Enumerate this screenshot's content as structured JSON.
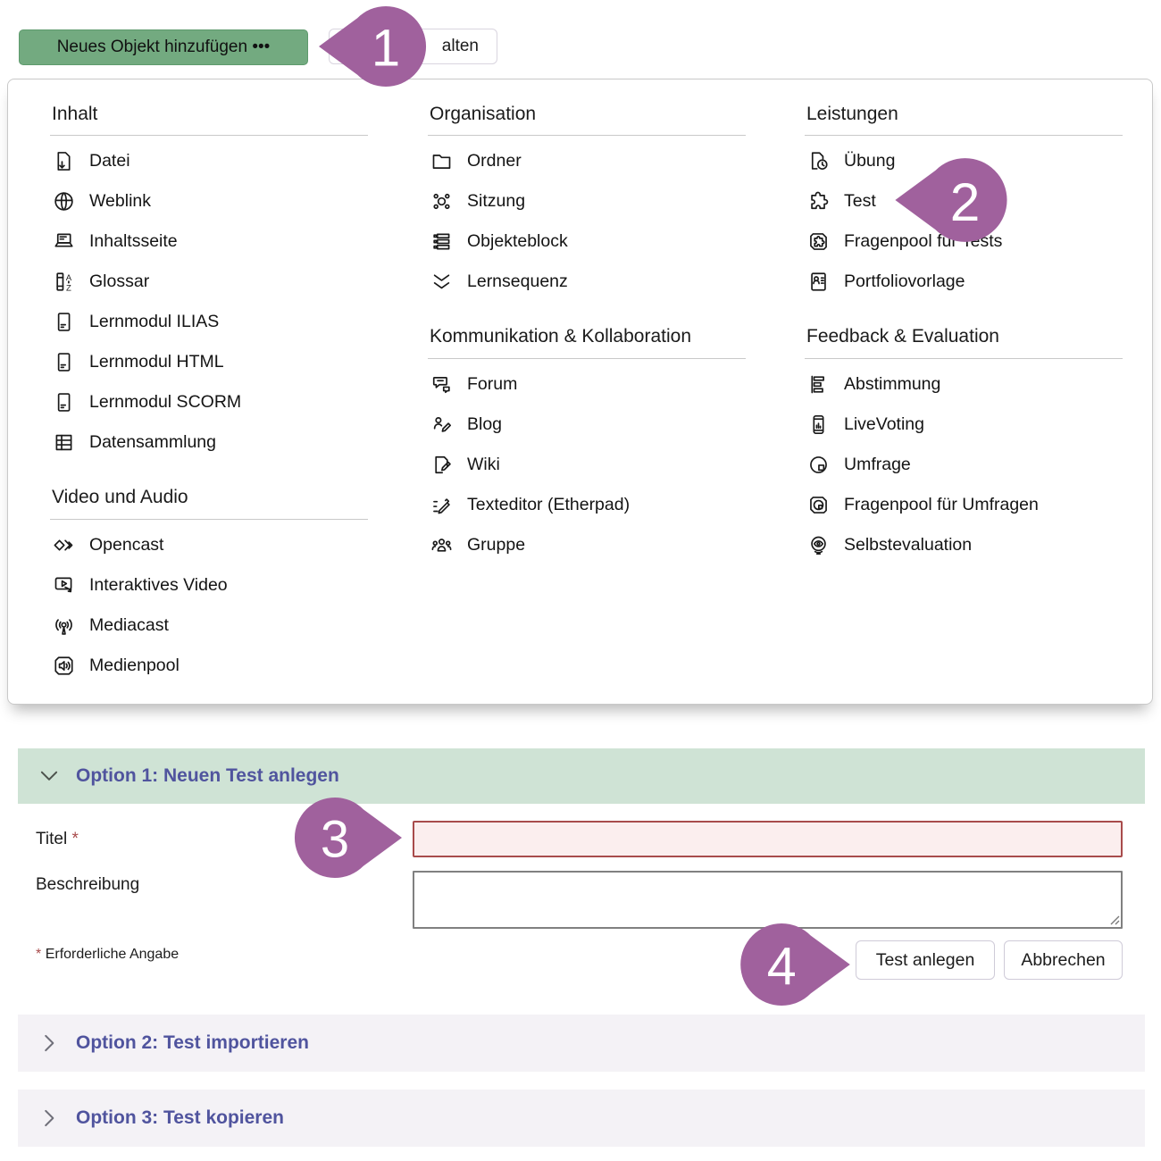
{
  "toolbar": {
    "add_object_button": "Neues Objekt hinzufügen •••",
    "partial_button_visible_label": "alten"
  },
  "callouts": [
    "1",
    "2",
    "3",
    "4"
  ],
  "menu": {
    "columns": [
      {
        "sections": [
          {
            "title": "Inhalt",
            "items": [
              {
                "icon": "file",
                "label": "Datei"
              },
              {
                "icon": "weblink",
                "label": "Weblink"
              },
              {
                "icon": "content-page",
                "label": "Inhaltsseite"
              },
              {
                "icon": "glossary",
                "label": "Glossar"
              },
              {
                "icon": "learning-module",
                "label": "Lernmodul ILIAS"
              },
              {
                "icon": "learning-module",
                "label": "Lernmodul HTML"
              },
              {
                "icon": "learning-module",
                "label": "Lernmodul SCORM"
              },
              {
                "icon": "data-collection",
                "label": "Datensammlung"
              }
            ]
          },
          {
            "title": "Video und Audio",
            "items": [
              {
                "icon": "opencast",
                "label": "Opencast"
              },
              {
                "icon": "interactive-video",
                "label": "Interaktives Video"
              },
              {
                "icon": "mediacast",
                "label": "Mediacast"
              },
              {
                "icon": "media-pool",
                "label": "Medienpool"
              }
            ]
          }
        ]
      },
      {
        "sections": [
          {
            "title": "Organisation",
            "items": [
              {
                "icon": "folder",
                "label": "Ordner"
              },
              {
                "icon": "session",
                "label": "Sitzung"
              },
              {
                "icon": "item-block",
                "label": "Objekteblock"
              },
              {
                "icon": "learning-sequence",
                "label": "Lernsequenz"
              }
            ]
          },
          {
            "title": "Kommunikation & Kollabo­ration",
            "items": [
              {
                "icon": "forum",
                "label": "Forum"
              },
              {
                "icon": "blog",
                "label": "Blog"
              },
              {
                "icon": "wiki",
                "label": "Wiki"
              },
              {
                "icon": "etherpad",
                "label": "Texteditor (Etherpad)"
              },
              {
                "icon": "group",
                "label": "Gruppe"
              }
            ]
          }
        ]
      },
      {
        "sections": [
          {
            "title": "Leistungen",
            "items": [
              {
                "icon": "exercise",
                "label": "Übung"
              },
              {
                "icon": "test",
                "label": "Test"
              },
              {
                "icon": "question-pool-test",
                "label": "Fragenpool für Tests"
              },
              {
                "icon": "portfolio-template",
                "label": "Portfoliovorlage"
              }
            ]
          },
          {
            "title": "Feedback & Evaluation",
            "items": [
              {
                "icon": "poll",
                "label": "Abstimmung"
              },
              {
                "icon": "live-voting",
                "label": "LiveVoting"
              },
              {
                "icon": "survey",
                "label": "Umfrage"
              },
              {
                "icon": "question-pool-survey",
                "label": "Fragenpool für Umfragen"
              },
              {
                "icon": "self-evaluation",
                "label": "Selbstevaluation"
              }
            ]
          }
        ]
      }
    ]
  },
  "form": {
    "option1_title": "Option 1: Neuen Test anlegen",
    "title_label": "Titel",
    "required_marker": "*",
    "title_value": "",
    "description_label": "Beschreibung",
    "description_value": "",
    "required_note": "Erforderliche Angabe",
    "submit_label": "Test anlegen",
    "cancel_label": "Abbrechen"
  },
  "accordion": [
    {
      "label": "Option 2: Test importieren"
    },
    {
      "label": "Option 3: Test kopieren"
    }
  ],
  "colors": {
    "green_button": "#73aa80",
    "option1_header_bg": "#cfe3d5",
    "accordion_bg": "#f4f2f6",
    "heading_purple": "#50549e",
    "callout_purple": "#a0619d",
    "error_red": "#a84b4b",
    "error_field_bg": "#fbeeee"
  }
}
